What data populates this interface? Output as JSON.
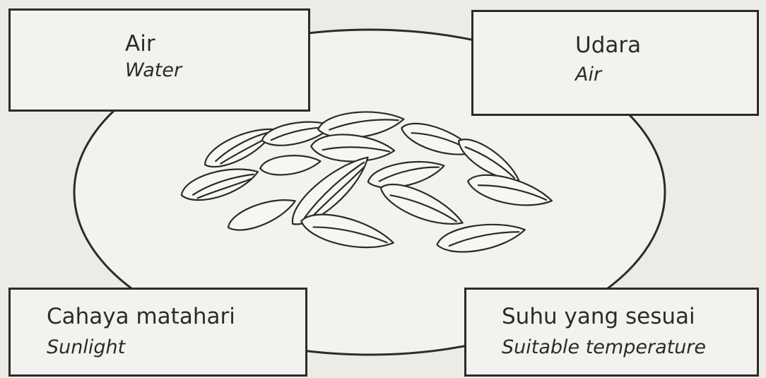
{
  "factors": {
    "water": {
      "label_ms": "Air",
      "label_en": "Water"
    },
    "air": {
      "label_ms": "Udara",
      "label_en": "Air"
    },
    "sunlight": {
      "label_ms": "Cahaya matahari",
      "label_en": "Sunlight"
    },
    "temperature": {
      "label_ms": "Suhu yang sesuai",
      "label_en": "Suitable temperature"
    }
  },
  "illustration": {
    "icon": "sunflower-seeds-on-plate-icon",
    "line_color": "#2b2b2b",
    "paper_color": "#ecebe6"
  }
}
